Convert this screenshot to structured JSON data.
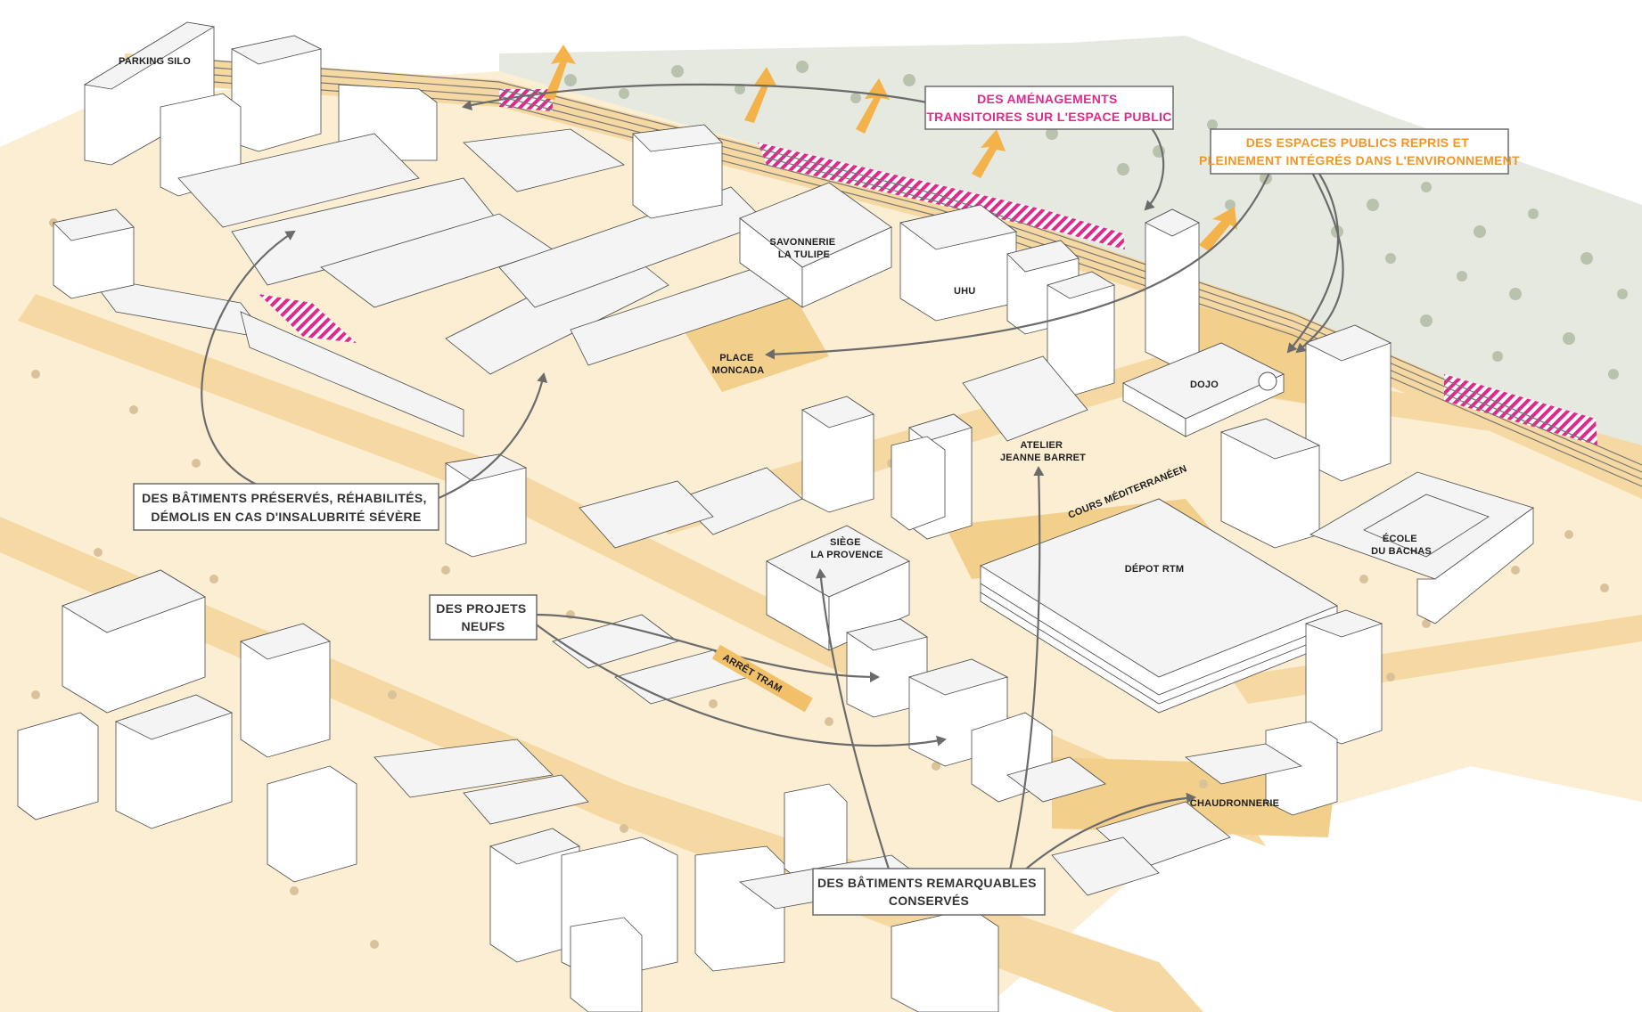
{
  "map_labels": {
    "parking_silo": "PARKING SILO",
    "savonnerie_1": "SAVONNERIE",
    "savonnerie_2": "LA TULIPE",
    "uhu": "UHU",
    "place_1": "PLACE",
    "place_2": "MONCADA",
    "dojo": "DOJO",
    "atelier_1": "ATELIER",
    "atelier_2": "JEANNE BARRET",
    "cours": "COURS MÉDITERRANÉEN",
    "siege_1": "SIÈGE",
    "siege_2": "LA PROVENCE",
    "depot": "DÉPOT RTM",
    "ecole_1": "ÉCOLE",
    "ecole_2": "DU BACHAS",
    "arret": "ARRÊT TRAM",
    "chaudronnerie": "CHAUDRONNERIE"
  },
  "callouts": {
    "amenagements": {
      "line1": "DES AMÉNAGEMENTS",
      "line2": "TRANSITOIRES SUR L'ESPACE PUBLIC",
      "color": "#e0298c"
    },
    "espaces": {
      "line1": "DES ESPACES PUBLICS REPRIS ET",
      "line2": "PLEINEMENT INTÉGRÉS DANS L'ENVIRONNEMENT",
      "color": "#f0962a"
    },
    "batiments_preserves": {
      "line1": "DES BÂTIMENTS PRÉSERVÉS, RÉHABILITÉS,",
      "line2": "DÉMOLIS EN CAS D'INSALUBRITÉ SÉVÈRE",
      "color": "#333333"
    },
    "projets": {
      "line1": "DES PROJETS",
      "line2": "NEUFS",
      "color": "#333333"
    },
    "remarquables": {
      "line1": "DES BÂTIMENTS REMARQUABLES",
      "line2": "CONSERVÉS",
      "color": "#333333"
    }
  },
  "colors": {
    "road": "#f6d9a2",
    "plaza": "#f3cf8c",
    "forest": "#e6e9df",
    "hatch": "#e0298c",
    "arrow_orange": "#f3b24a",
    "leader": "#6b6b6b"
  }
}
